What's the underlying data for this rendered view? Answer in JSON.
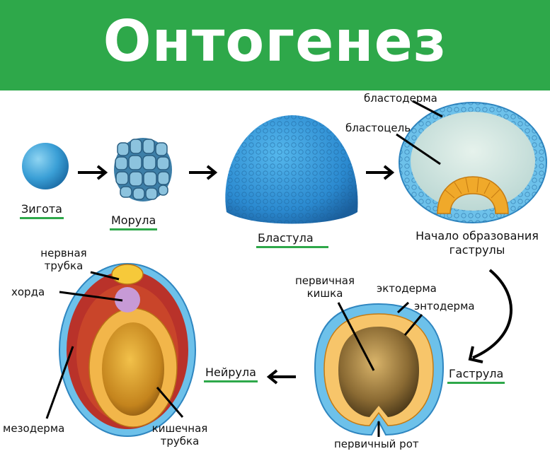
{
  "title": "Онтогенез",
  "stages": {
    "zygote": "Зигота",
    "morula": "Морула",
    "blastula": "Бластула",
    "gastrula_start": "Начало образования гаструлы",
    "gastrula": "Гаструла",
    "neurula": "Нейрула"
  },
  "labels": {
    "blastoderm": "бластодерма",
    "blastocoel": "бластоцель",
    "primary_gut": "первичная кишка",
    "ectoderm": "эктодерма",
    "endoderm": "энтодерма",
    "primary_mouth": "первичный рот",
    "neural_tube": "нервная трубка",
    "notochord": "хорда",
    "mesoderm": "мезодерма",
    "gut_tube": "кишечная трубка"
  },
  "colors": {
    "header": "#2ea84a",
    "underline": "#2ea84a"
  }
}
